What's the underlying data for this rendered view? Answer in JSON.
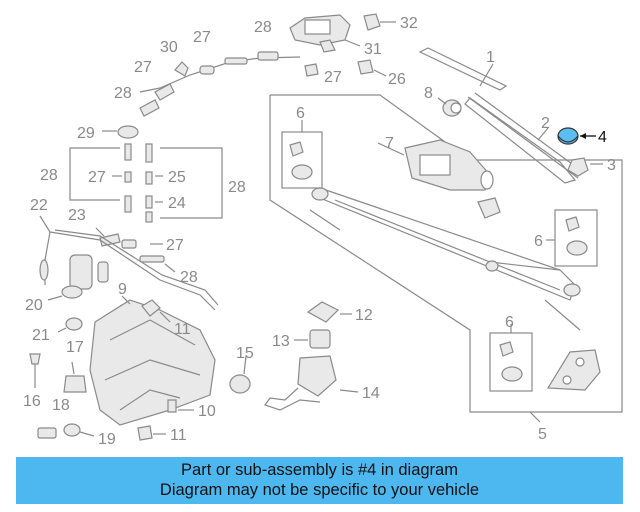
{
  "diagram": {
    "callouts": [
      {
        "id": "c1",
        "text": "1"
      },
      {
        "id": "c2",
        "text": "2"
      },
      {
        "id": "c3",
        "text": "3"
      },
      {
        "id": "c4",
        "text": "4"
      },
      {
        "id": "c5",
        "text": "5"
      },
      {
        "id": "c6a",
        "text": "6"
      },
      {
        "id": "c6b",
        "text": "6"
      },
      {
        "id": "c6c",
        "text": "6"
      },
      {
        "id": "c7",
        "text": "7"
      },
      {
        "id": "c8",
        "text": "8"
      },
      {
        "id": "c9",
        "text": "9"
      },
      {
        "id": "c10",
        "text": "10"
      },
      {
        "id": "c11a",
        "text": "11"
      },
      {
        "id": "c11b",
        "text": "11"
      },
      {
        "id": "c12",
        "text": "12"
      },
      {
        "id": "c13",
        "text": "13"
      },
      {
        "id": "c14",
        "text": "14"
      },
      {
        "id": "c15",
        "text": "15"
      },
      {
        "id": "c16",
        "text": "16"
      },
      {
        "id": "c17",
        "text": "17"
      },
      {
        "id": "c18",
        "text": "18"
      },
      {
        "id": "c19",
        "text": "19"
      },
      {
        "id": "c20",
        "text": "20"
      },
      {
        "id": "c21",
        "text": "21"
      },
      {
        "id": "c22",
        "text": "22"
      },
      {
        "id": "c23",
        "text": "23"
      },
      {
        "id": "c24",
        "text": "24"
      },
      {
        "id": "c25",
        "text": "25"
      },
      {
        "id": "c26",
        "text": "26"
      },
      {
        "id": "c27a",
        "text": "27"
      },
      {
        "id": "c27b",
        "text": "27"
      },
      {
        "id": "c27c",
        "text": "27"
      },
      {
        "id": "c27d",
        "text": "27"
      },
      {
        "id": "c27e",
        "text": "27"
      },
      {
        "id": "c28a",
        "text": "28"
      },
      {
        "id": "c28b",
        "text": "28"
      },
      {
        "id": "c28c",
        "text": "28"
      },
      {
        "id": "c28d",
        "text": "28"
      },
      {
        "id": "c28e",
        "text": "28"
      },
      {
        "id": "c29",
        "text": "29"
      },
      {
        "id": "c30",
        "text": "30"
      },
      {
        "id": "c31",
        "text": "31"
      },
      {
        "id": "c32",
        "text": "32"
      }
    ],
    "highlight_color": "#5bbdf0"
  },
  "banner": {
    "line1": "Part or sub-assembly is #4 in diagram",
    "line2": "Diagram may not be specific to your vehicle",
    "background": "#4db8f0"
  }
}
